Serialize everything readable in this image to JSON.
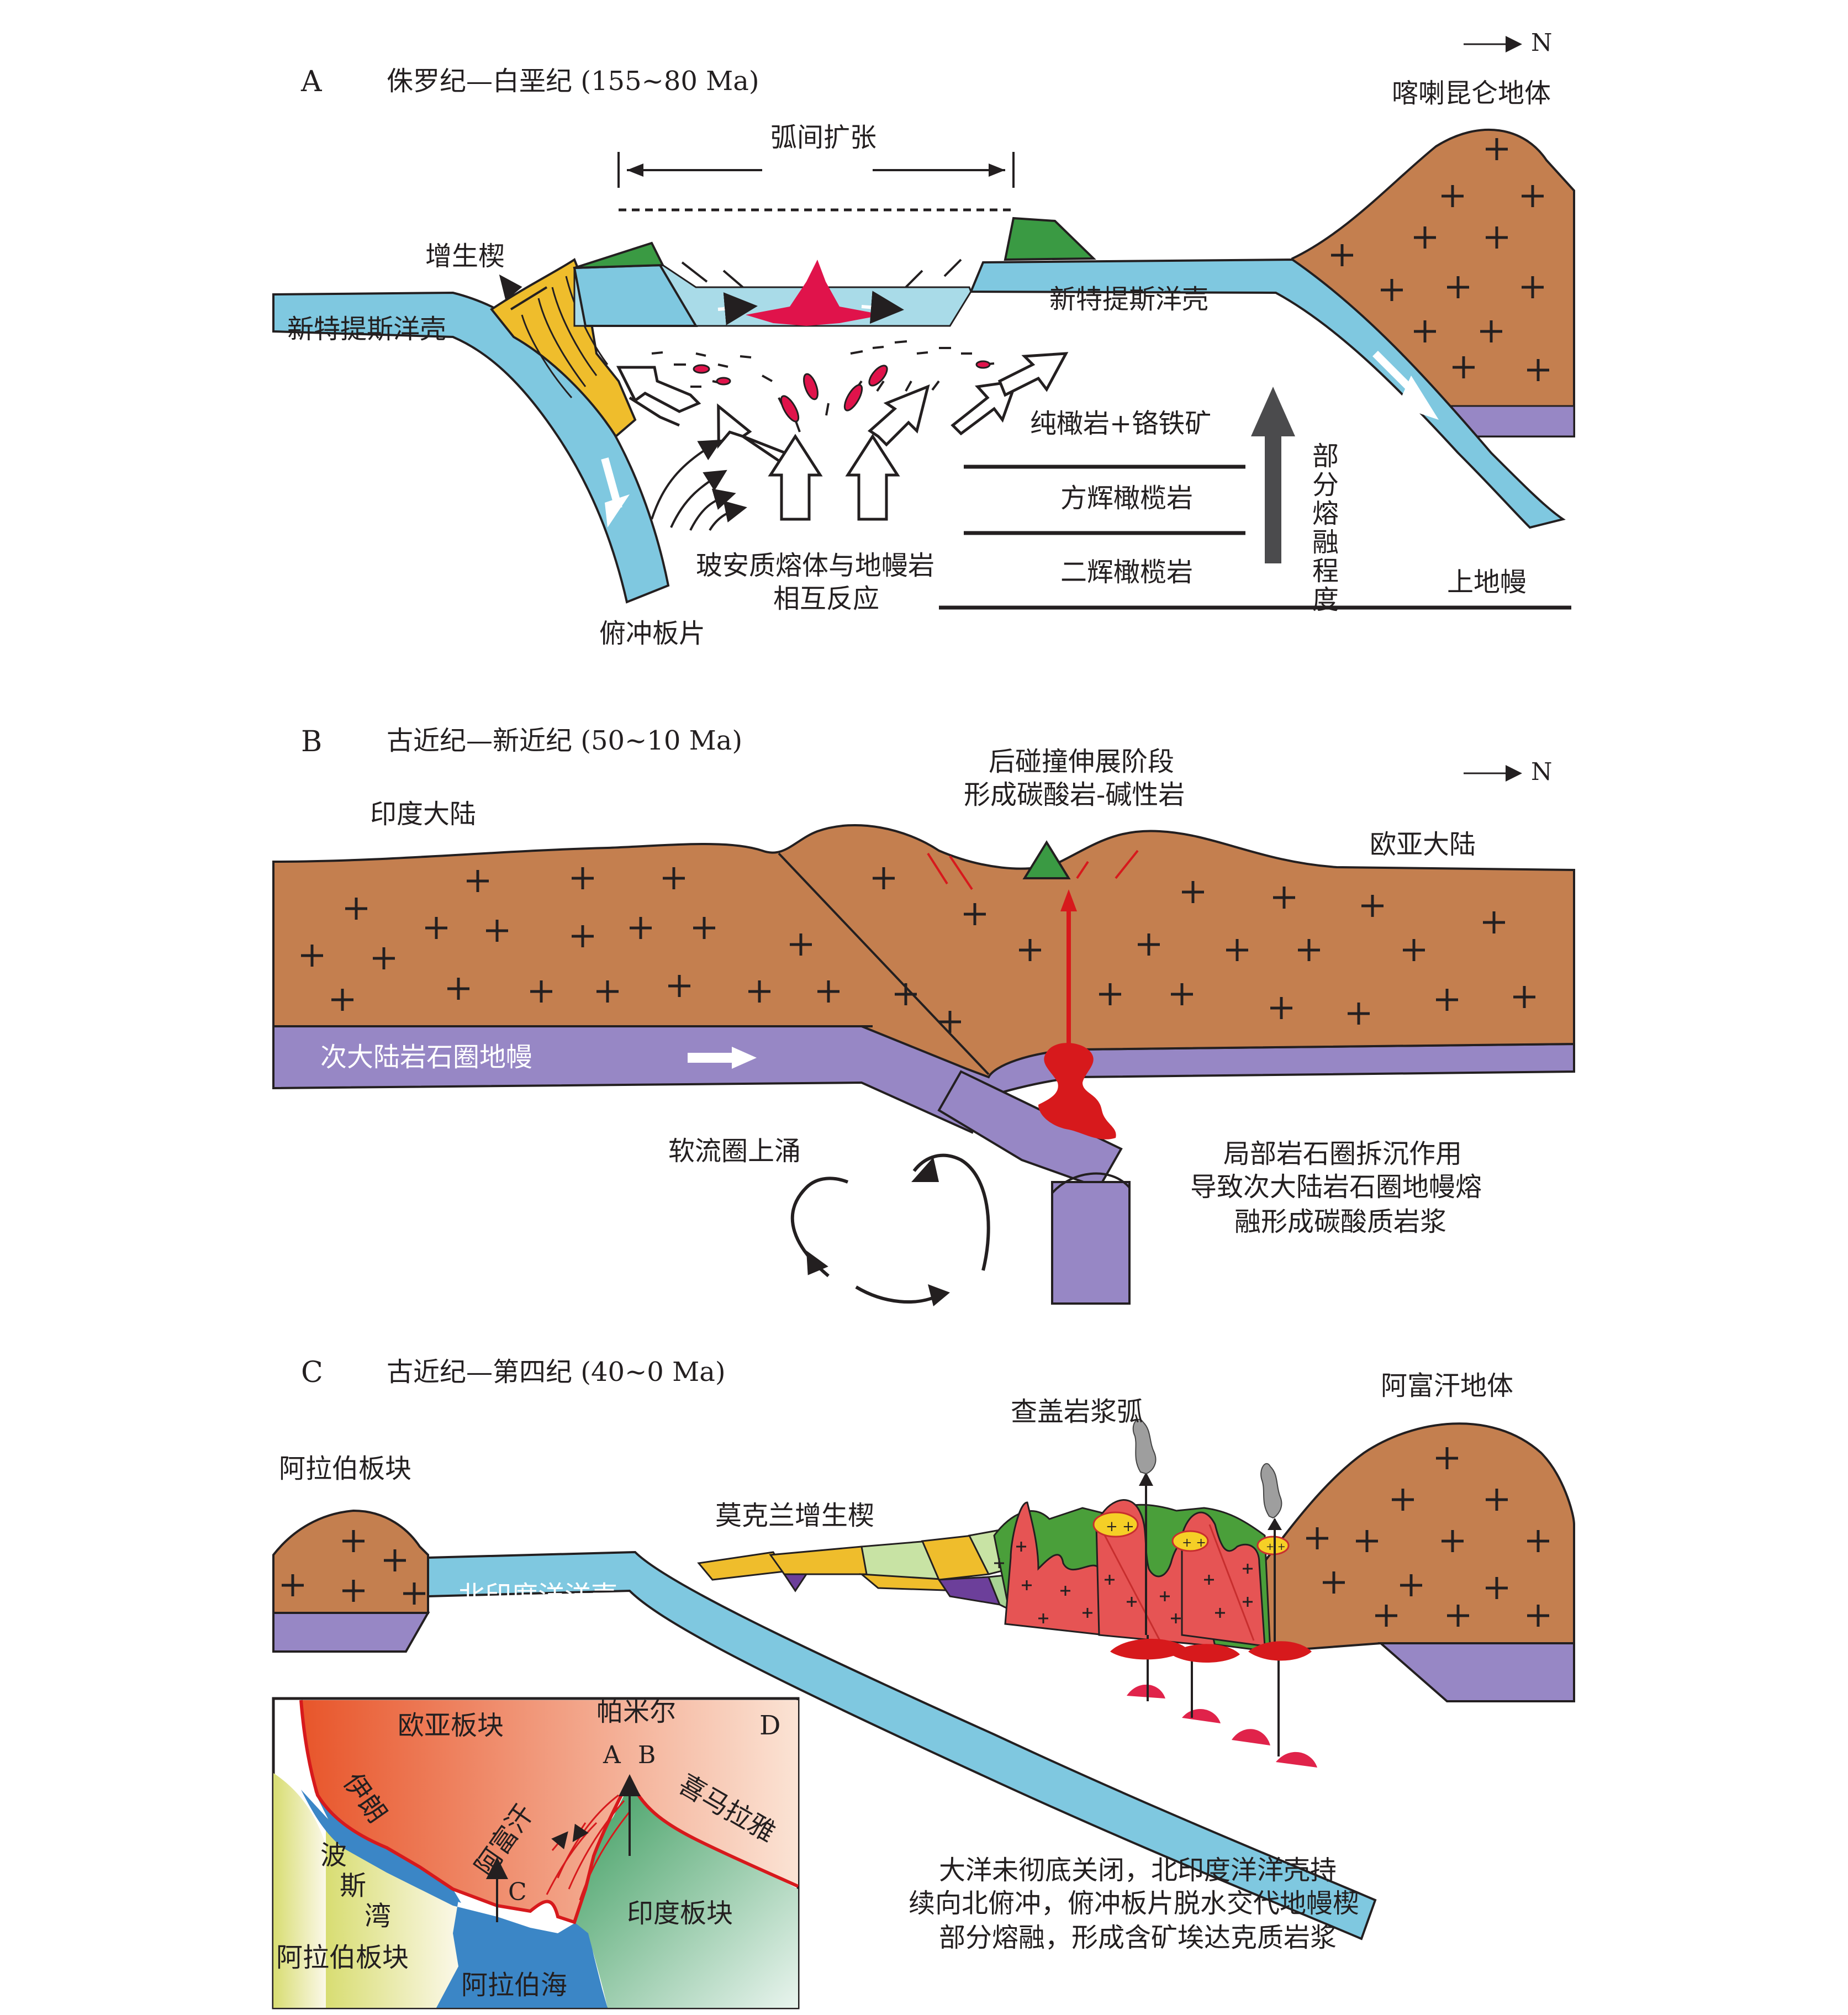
{
  "panel_a": {
    "letter": "A",
    "title": "侏罗纪—白垩纪 (155~80 Ma)",
    "north": "N",
    "labels": {
      "kohistan": "喀喇昆仑地体",
      "back_arc": "弧间扩张",
      "accretionary_wedge": "增生楔",
      "neotethys_left": "新特提斯洋壳",
      "neotethys_right": "新特提斯洋壳",
      "dunite": "纯橄岩+铬铁矿",
      "harzburgite": "方辉橄榄岩",
      "lherzolite": "二辉橄榄岩",
      "melting": "部分熔融程度",
      "reaction_line1": "玻安质熔体与地幔岩",
      "reaction_line2": "相互反应",
      "slab": "俯冲板片",
      "upper_mantle": "上地幔"
    }
  },
  "panel_b": {
    "letter": "B",
    "title": "古近纪—新近纪 (50~10 Ma)",
    "north": "N",
    "labels": {
      "post_collision_line1": "后碰撞伸展阶段",
      "post_collision_line2": "形成碳酸岩-碱性岩",
      "india": "印度大陆",
      "eurasia": "欧亚大陆",
      "sclm": "次大陆岩石圈地幔",
      "asthenosphere": "软流圈上涌",
      "delam_line1": "局部岩石圈拆沉作用",
      "delam_line2": "导致次大陆岩石圈地幔熔",
      "delam_line3": "融形成碳酸质岩浆"
    }
  },
  "panel_c": {
    "letter": "C",
    "title": "古近纪—第四纪 (40~0 Ma)",
    "labels": {
      "arabia": "阿拉伯板块",
      "makran": "莫克兰增生楔",
      "chagai": "查盖岩浆弧",
      "afghan": "阿富汗地体",
      "north_india_ocean": "北印度洋洋壳",
      "note_line1": "大洋未彻底关闭，北印度洋洋壳持",
      "note_line2": "续向北俯冲，俯冲板片脱水交代地幔楔",
      "note_line3": "部分熔融，形成含矿埃达克质岩浆"
    }
  },
  "panel_d": {
    "letter": "D",
    "labels": {
      "eurasian_plate": "欧亚板块",
      "pamir": "帕米尔",
      "a": "A",
      "b": "B",
      "c": "C",
      "iran": "伊朗",
      "afghanistan": "阿富汗",
      "himalaya": "喜马拉雅",
      "persian_gulf_1": "波",
      "persian_gulf_2": "斯",
      "persian_gulf_3": "湾",
      "indian_plate": "印度板块",
      "arabian_plate": "阿拉伯板块",
      "arabian_sea": "阿拉伯海"
    }
  },
  "colors": {
    "ocean_crust": "#7fc8e0",
    "continent": "#c47f4f",
    "mantle": "#9787c5",
    "wedge": "#efbd2c",
    "ophiolite": "#3a9a43",
    "magma": "#e0134b",
    "arc_red": "#e65454",
    "arc_green": "#4a9f3a"
  }
}
